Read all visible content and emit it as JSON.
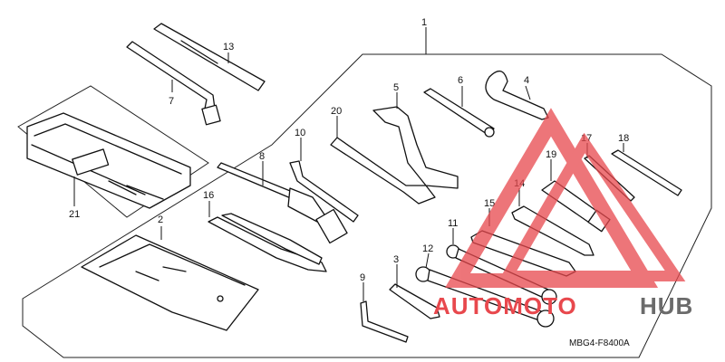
{
  "diagram": {
    "callouts": {
      "c1": "1",
      "c2": "2",
      "c3": "3",
      "c4": "4",
      "c5": "5",
      "c6": "6",
      "c7": "7",
      "c8": "8",
      "c9": "9",
      "c10": "10",
      "c11": "11",
      "c12": "12",
      "c13": "13",
      "c15": "15",
      "c16": "16",
      "c17": "17",
      "c18": "18",
      "c19": "19",
      "c20": "20",
      "c21": "21",
      "c14": "14"
    },
    "ref_code": "MBG4-F8400A"
  },
  "watermark": {
    "part_a": "AUTOMOTO",
    "part_b": "HUB",
    "color_red": "#e8484d",
    "color_gray": "#6b6b6b"
  }
}
